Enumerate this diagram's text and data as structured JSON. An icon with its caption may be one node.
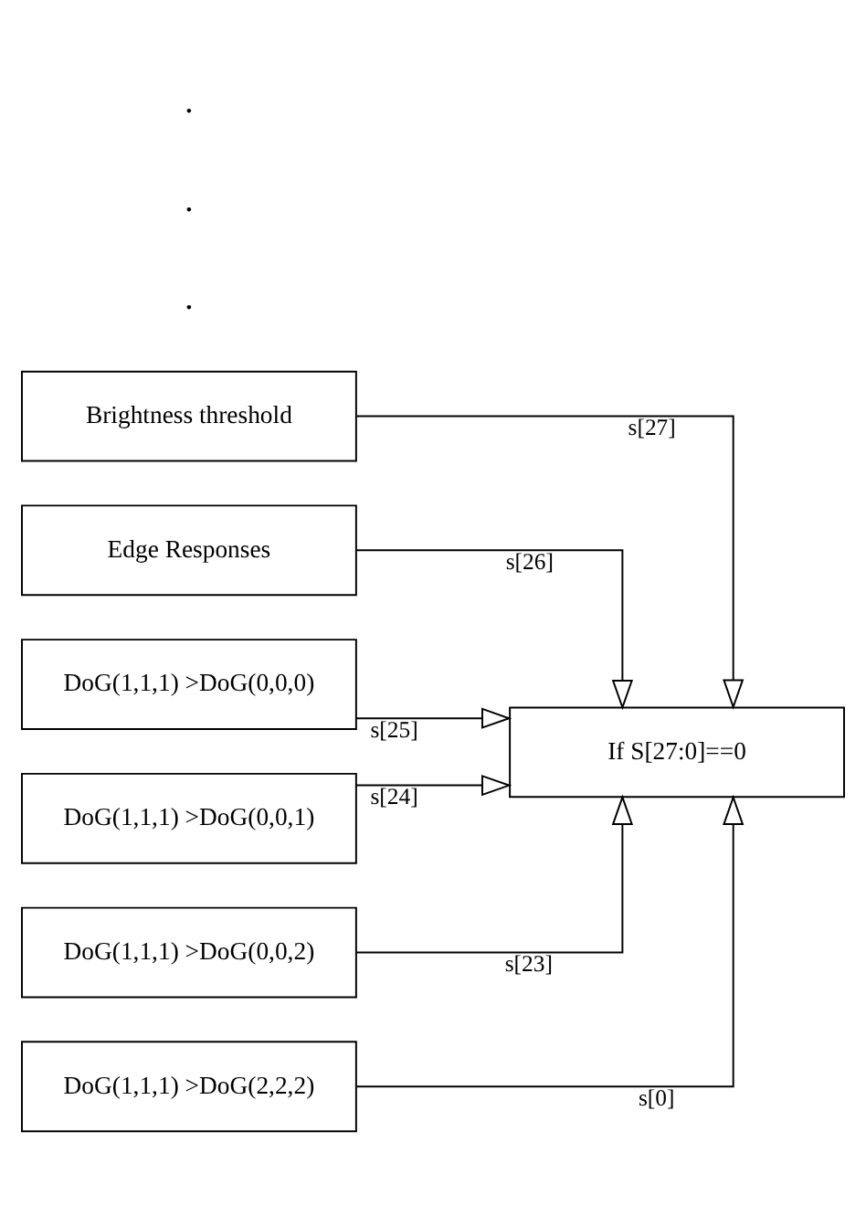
{
  "diagram": {
    "nodes": [
      {
        "text": [
          "Brightness threshold"
        ]
      },
      {
        "text": [
          "Edge Responses"
        ]
      },
      {
        "text": [
          "DoG(1,1,1) >DoG(0,0,0)"
        ]
      },
      {
        "text": [
          "DoG(1,1,1) >DoG(0,0,1)"
        ]
      },
      {
        "text": [
          "DoG(1,1,1) >DoG(0,0,2)"
        ]
      },
      {
        "text": [
          "DoG(1,1,1) >DoG(2,2,2)"
        ]
      },
      {
        "text": [
          "If S[27:0]==0"
        ]
      }
    ],
    "edges": [
      {
        "from": 0,
        "to": 6,
        "arrow": "to",
        "label": "s[27]"
      },
      {
        "from": 1,
        "to": 6,
        "arrow": "to",
        "label": "s[26]"
      },
      {
        "from": 2,
        "to": 6,
        "arrow": "to",
        "label": "s[25]"
      },
      {
        "from": 3,
        "to": 6,
        "arrow": "to",
        "label": "s[24]"
      },
      {
        "from": 4,
        "to": 6,
        "arrow": "to",
        "label": "s[23]"
      },
      {
        "from": 5,
        "to": 6,
        "arrow": "to",
        "label": "s[0]"
      }
    ],
    "labels": [
      ".",
      ".",
      "."
    ]
  }
}
